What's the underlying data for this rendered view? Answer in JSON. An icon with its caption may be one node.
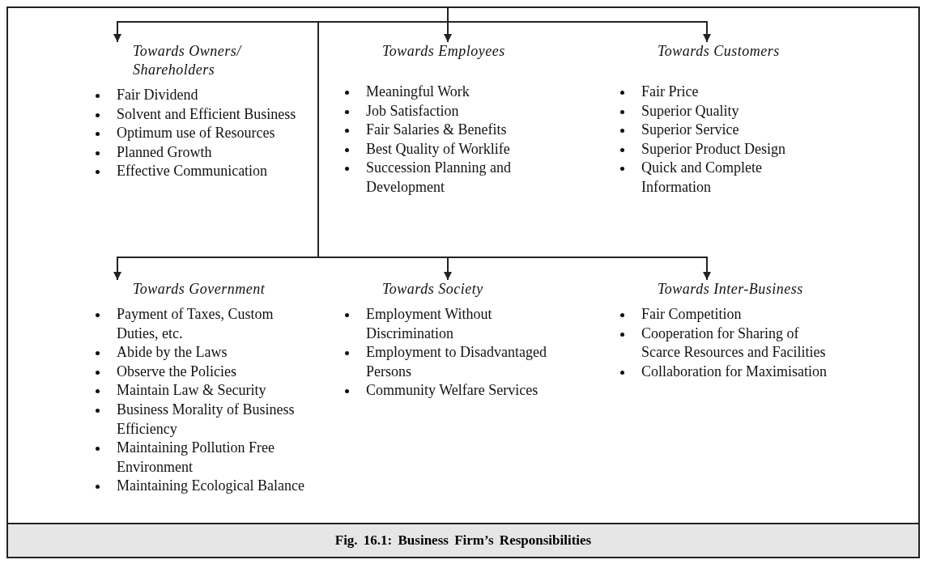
{
  "diagram": {
    "caption": "Fig. 16.1: Business Firm’s Responsibilities",
    "nodes": [
      {
        "text": [
          "Towards Owners/ Shareholders",
          "Fair Dividend",
          "Solvent and Efficient Business",
          "Optimum use of Resources",
          "Planned Growth",
          "Effective Communication"
        ]
      },
      {
        "text": [
          "Towards Employees",
          "Meaningful Work",
          "Job Satisfaction",
          "Fair Salaries & Benefits",
          "Best Quality of Worklife",
          "Succession Planning and Development"
        ]
      },
      {
        "text": [
          "Towards Customers",
          "Fair Price",
          "Superior Quality",
          "Superior Service",
          "Superior Product Design",
          "Quick and Complete Information"
        ]
      },
      {
        "text": [
          "Towards Government",
          "Payment of Taxes, Custom Duties, etc.",
          "Abide by the Laws",
          "Observe the Policies",
          "Maintain Law & Security",
          "Business Morality of Business Efficiency",
          "Maintaining Pollution Free Environment",
          "Maintaining Ecological Balance"
        ]
      },
      {
        "text": [
          "Towards Society",
          "Employment Without Discrimination",
          "Employment to Disadvantaged Persons",
          "Community Welfare Services"
        ]
      },
      {
        "text": [
          "Towards Inter-Business",
          "Fair Competition",
          "Cooperation for Sharing of Scarce Resources and Facilities",
          "Collaboration for Maximisation"
        ]
      }
    ],
    "edges": [
      {
        "from": null,
        "to": 0,
        "arrow": "to"
      },
      {
        "from": null,
        "to": 1,
        "arrow": "to"
      },
      {
        "from": null,
        "to": 2,
        "arrow": "to"
      },
      {
        "from": null,
        "to": 3,
        "arrow": "to"
      },
      {
        "from": null,
        "to": 4,
        "arrow": "to"
      },
      {
        "from": null,
        "to": 5,
        "arrow": "to"
      }
    ]
  }
}
